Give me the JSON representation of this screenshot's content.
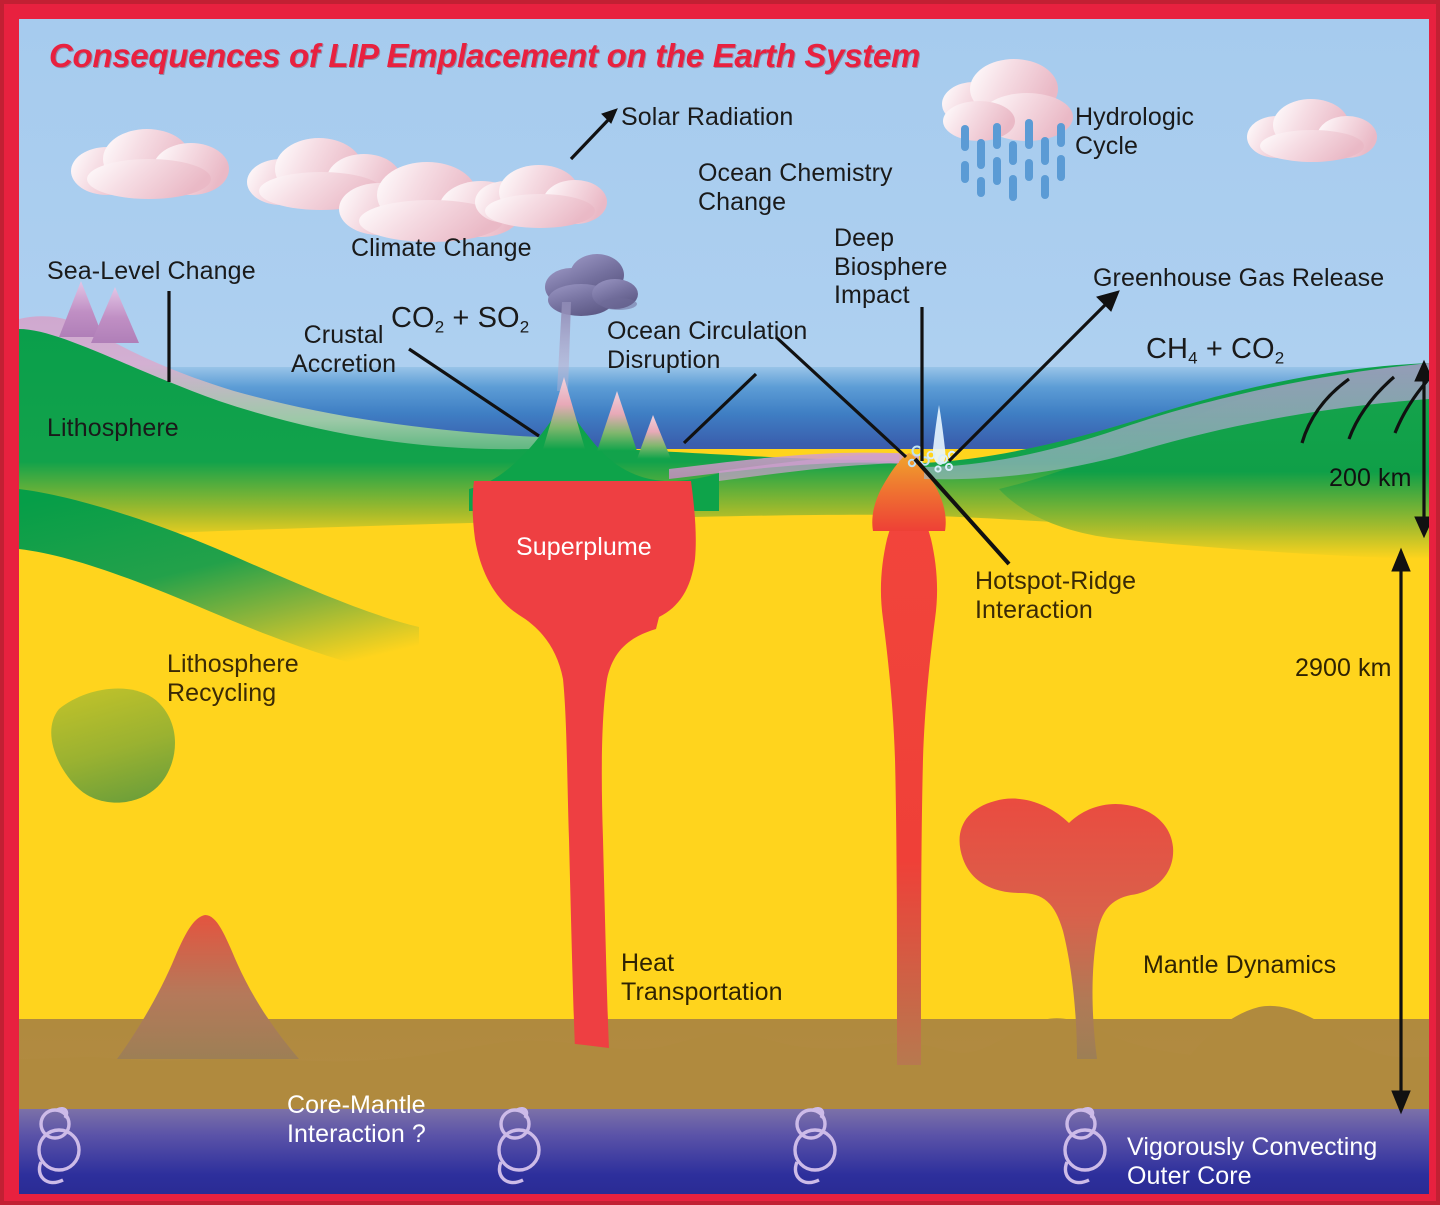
{
  "title": "Consequences of LIP Emplacement on the Earth System",
  "colors": {
    "border": "#e8213f",
    "title": "#e8213f",
    "sky": "#a9cdee",
    "ocean_shallow": "#5d9dd6",
    "ocean_deep": "#2d2f9c",
    "lithosphere": "#0aa34a",
    "mantle": "#ffd41d",
    "plume": "#ef3e42",
    "d_layer": "#b08a3e",
    "outer_core": "#2d2f9c",
    "cloud": "#f4cdd6",
    "volcanic_cloud": "#7d79ad",
    "convection_swirl": "#cdbbe8"
  },
  "labels": {
    "solar_radiation": "Solar Radiation",
    "hydrologic_cycle": "Hydrologic\nCycle",
    "ocean_chemistry_change": "Ocean Chemistry\nChange",
    "deep_biosphere_impact": "Deep\nBiosphere\nImpact",
    "climate_change": "Climate Change",
    "climate_change_formula_a": "CO",
    "climate_change_formula_a_sub": "2",
    "climate_change_formula_mid": " + SO",
    "climate_change_formula_b_sub": "2",
    "greenhouse_gas_release": "Greenhouse Gas Release",
    "greenhouse_formula_a": "CH",
    "greenhouse_formula_a_sub": "4",
    "greenhouse_formula_mid": " + CO",
    "greenhouse_formula_b_sub": "2",
    "sea_level_change": "Sea-Level Change",
    "crustal_accretion": "Crustal\nAccretion",
    "ocean_circulation_disruption": "Ocean Circulation\nDisruption",
    "lithosphere": "Lithosphere",
    "lithosphere_recycling": "Lithosphere\nRecycling",
    "superplume": "Superplume",
    "hotspot_ridge_interaction": "Hotspot-Ridge\nInteraction",
    "heat_transportation": "Heat\nTransportation",
    "mantle_dynamics": "Mantle Dynamics",
    "core_mantle_interaction": "Core-Mantle\nInteraction ?",
    "vigorously_convecting_outer_core": "Vigorously Convecting\nOuter Core",
    "depth_200": "200 km",
    "depth_2900": "2900 km"
  },
  "chart_data": {
    "type": "diagram",
    "title": "Consequences of LIP Emplacement on the Earth System",
    "depth_scale": [
      {
        "label": "200 km",
        "meaning": "lithosphere thickness",
        "value": 200,
        "unit": "km"
      },
      {
        "label": "2900 km",
        "meaning": "depth to core-mantle boundary",
        "value": 2900,
        "unit": "km"
      }
    ],
    "layers": [
      {
        "name": "Atmosphere / sky",
        "color": "#a9cdee"
      },
      {
        "name": "Ocean",
        "color": "#3a5fae"
      },
      {
        "name": "Lithosphere",
        "color": "#0aa34a",
        "thickness_km": 200
      },
      {
        "name": "Mantle",
        "color": "#ffd41d",
        "base_depth_km": 2900
      },
      {
        "name": "D\" layer",
        "color": "#b08a3e"
      },
      {
        "name": "Vigorously Convecting Outer Core",
        "color": "#2d2f9c"
      }
    ],
    "processes": [
      "Solar Radiation",
      "Hydrologic Cycle",
      "Climate Change (CO2 + SO2)",
      "Ocean Chemistry Change",
      "Deep Biosphere Impact",
      "Greenhouse Gas Release (CH4 + CO2)",
      "Sea-Level Change",
      "Crustal Accretion",
      "Ocean Circulation Disruption",
      "Lithosphere Recycling",
      "Superplume",
      "Hotspot-Ridge Interaction",
      "Heat Transportation",
      "Mantle Dynamics",
      "Core-Mantle Interaction ?"
    ]
  }
}
